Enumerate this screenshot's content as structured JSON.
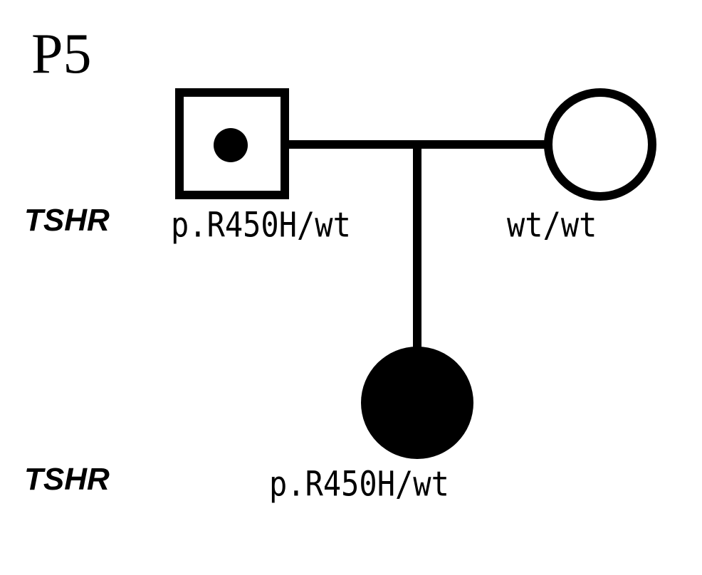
{
  "family_id": "P5",
  "gene_row_labels": {
    "generation_1": "TSHR",
    "generation_2": "TSHR"
  },
  "individuals": {
    "father": {
      "sex": "male",
      "status": "carrier",
      "genotype": "p.R450H/wt"
    },
    "mother": {
      "sex": "female",
      "status": "unaffected",
      "genotype": "wt/wt"
    },
    "child": {
      "sex": "female",
      "status": "affected",
      "genotype": "p.R450H/wt"
    }
  },
  "colors": {
    "line": "#000000",
    "affected_fill": "#000000",
    "unaffected_fill": "#ffffff"
  }
}
